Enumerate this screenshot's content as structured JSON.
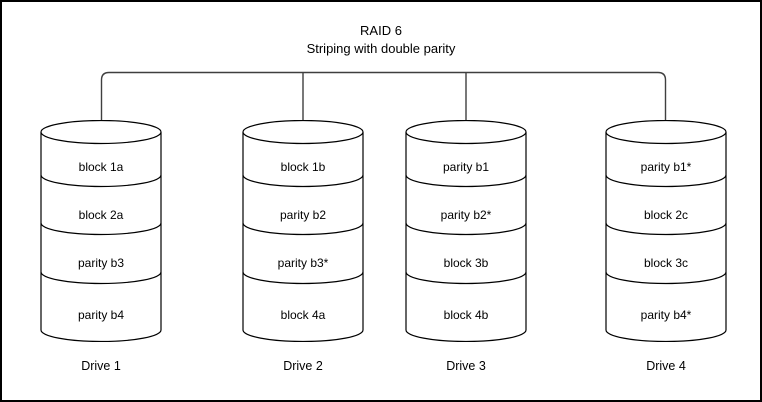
{
  "title": {
    "line1": "RAID 6",
    "line2": "Striping with double parity"
  },
  "drives": [
    {
      "label": "Drive 1",
      "blocks": [
        "block 1a",
        "block 2a",
        "parity b3",
        "parity b4"
      ]
    },
    {
      "label": "Drive 2",
      "blocks": [
        "block 1b",
        "parity b2",
        "parity b3*",
        "block 4a"
      ]
    },
    {
      "label": "Drive 3",
      "blocks": [
        "parity b1",
        "parity b2*",
        "block 3b",
        "block 4b"
      ]
    },
    {
      "label": "Drive 4",
      "blocks": [
        "parity b1*",
        "block 2c",
        "block 3c",
        "parity b4*"
      ]
    }
  ],
  "colors": {
    "background": "#ffffff",
    "shape_stroke": "#000000",
    "connector_stroke": "#3f3f3f",
    "text": "#000000"
  }
}
